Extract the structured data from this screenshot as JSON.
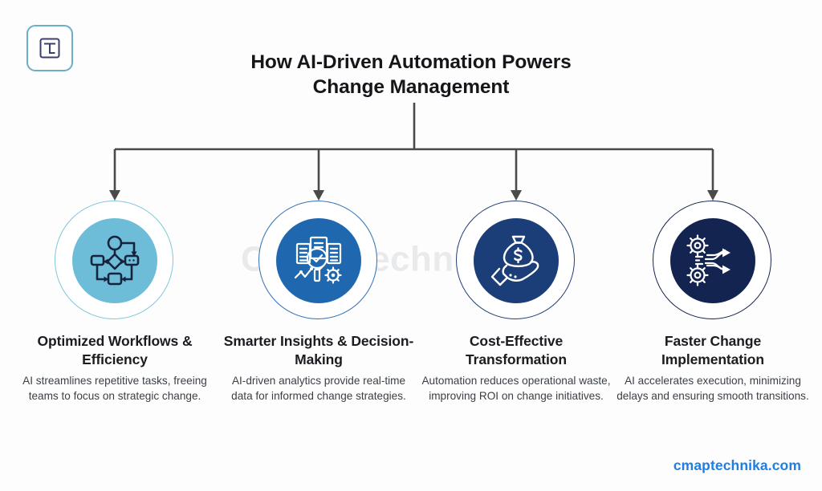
{
  "brand": {
    "logo_icon": "cmap-technika-logo-icon",
    "watermark_text": "Cmap Technika",
    "watermark_mark": "®",
    "footer_url": "cmaptechnika.com",
    "footer_color": "#1f7fe0"
  },
  "title": {
    "line1": "How AI-Driven Automation Powers",
    "line2": "Change Management"
  },
  "connector": {
    "color": "#4a4a4a",
    "arrow_name": "connector-arrow"
  },
  "cards": [
    {
      "id": "optimized-workflows",
      "icon_name": "workflow-diagram-icon",
      "circle_color": "#6dbdd8",
      "ring_color": "#7fc6dd",
      "heading": "Optimized Workflows & Efficiency",
      "body": "AI streamlines repetitive tasks, freeing teams to focus on strategic change."
    },
    {
      "id": "smarter-insights",
      "icon_name": "data-analysis-magnifier-icon",
      "circle_color": "#1f68b0",
      "ring_color": "#2d6fb4",
      "heading": "Smarter Insights & Decision-Making",
      "body": "AI-driven analytics provide real-time data for informed change strategies."
    },
    {
      "id": "cost-effective-transformation",
      "icon_name": "hand-holding-money-bag-icon",
      "circle_color": "#1c3e78",
      "ring_color": "#1f3f74",
      "heading": "Cost-Effective Transformation",
      "body": "Automation reduces operational waste, improving ROI on change initiatives."
    },
    {
      "id": "faster-change-implementation",
      "icon_name": "gears-crossing-arrows-icon",
      "circle_color": "#132450",
      "ring_color": "#16264f",
      "heading": "Faster Change Implementation",
      "body": "AI accelerates execution, minimizing delays and ensuring smooth transitions."
    }
  ]
}
